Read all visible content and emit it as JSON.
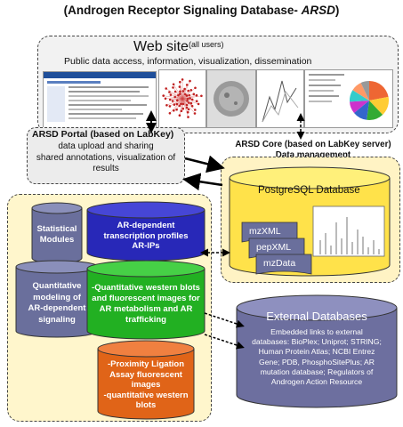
{
  "title": {
    "main": "(Androgen Receptor Signaling Database- ",
    "italic": "ARSD",
    "close": ")"
  },
  "website": {
    "title": "Web site",
    "users_note": "(all users)",
    "subtitle": "Public data access, information, visualization, dissemination"
  },
  "portal": {
    "title": "ARSD Portal (based on LabKey)",
    "line1": "data upload and sharing",
    "line2": "shared annotations, visualization of",
    "line3": "results"
  },
  "core": {
    "line1": "ARSD Core (based on LabKey server)",
    "line2": "Data management"
  },
  "database": {
    "title": "PostgreSQL Database",
    "formats": [
      "mzXML",
      "pepXML",
      "mzData"
    ]
  },
  "modules": {
    "statistical": [
      "Statistical",
      "Modules"
    ],
    "quantitative": [
      "Quantitative",
      "modeling of",
      "AR-dependent",
      "signaling"
    ],
    "transcription": [
      "AR-dependent",
      "transcription profiles",
      "AR-IPs"
    ],
    "western": [
      "-Quantitative western blots",
      "and fluorescent images for",
      "AR metabolism and AR",
      "trafficking"
    ],
    "proximity": [
      "-Proximity Ligation",
      "Assay fluorescent",
      "images",
      "-quantitative western",
      "blots"
    ]
  },
  "external": {
    "title": "External Databases",
    "body": [
      "Embedded links to external",
      "databases: BioPlex; Uniprot; STRING;",
      "Human Protein Atlas; NCBI Entrez",
      "Gene; PDB, PhosphoSitePlus; AR",
      "mutation database; Regulators of",
      "Androgen Action Resource"
    ]
  },
  "colors": {
    "cyl_gray": "#6a6f9c",
    "cyl_blue": "#2828b8",
    "cyl_green": "#22b022",
    "cyl_orange": "#e06418",
    "cyl_yellow": "#ffe24a",
    "cyl_ext": "#6d6f9f",
    "panel_yellow": "#fff6cc"
  }
}
